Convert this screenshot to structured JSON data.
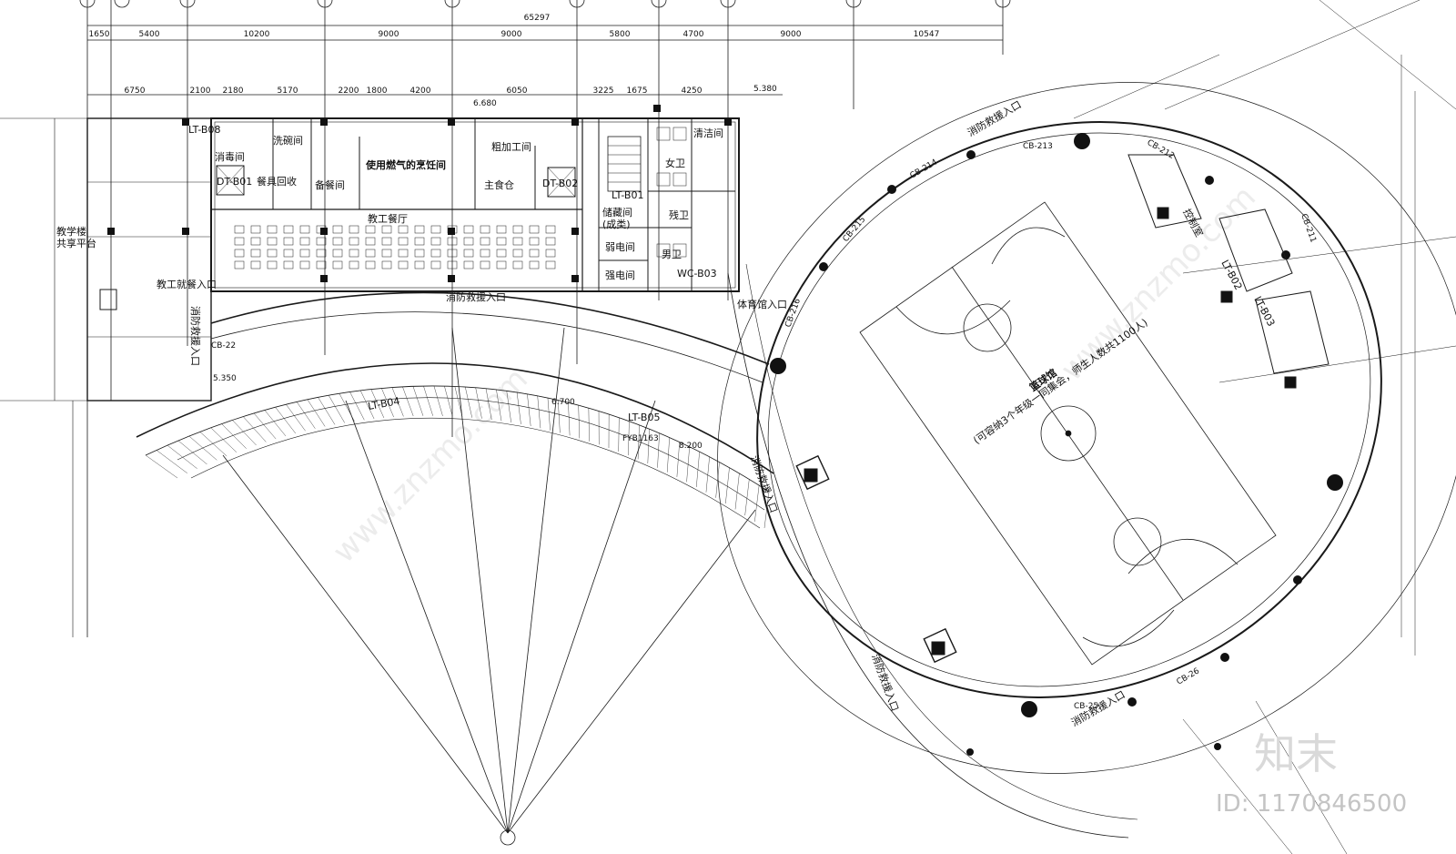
{
  "dimensions": {
    "overall": "65297",
    "spans": [
      "1650",
      "5400",
      "10200",
      "9000",
      "9000",
      "5800",
      "4700",
      "9000",
      "10547"
    ],
    "secondary": [
      "6750",
      "2100",
      "2180",
      "5170",
      "2200",
      "1800",
      "4200",
      "6050",
      "3225",
      "1675",
      "4250"
    ]
  },
  "rooms": {
    "dishwash": "洗碗间",
    "disinfect": "消毒间",
    "tableware": "餐具回收",
    "serving": "备餐间",
    "gas_stove": "使用燃气的烹饪间",
    "rough_process": "粗加工间",
    "staple_storage": "主食仓",
    "female_wc": "女卫",
    "male_wc": "男卫",
    "storage": "储藏间\n(成类)",
    "weak_current": "弱电间",
    "strong_current": "强电间",
    "cleaning": "清洁间",
    "accessible_wc": "残卫",
    "staff_canteen": "教工餐厅",
    "control_room": "控制室",
    "basketball_hall": "篮球馆",
    "basketball_note": "(可容纳3个年级一同集会，师生人数共1100人)"
  },
  "labels": {
    "dt_b01": "DT-B01",
    "dt_b02": "DT-B02",
    "lt_b01": "LT-B01",
    "lt_b02": "LT-B02",
    "lt_b03": "LT-B03",
    "lt_b04": "LT-B04",
    "lt_b05": "LT-B05",
    "lt_b08": "LT-B08",
    "wc_b03": "WC-B03",
    "staff_entrance": "教工就餐入口",
    "fire_rescue_1": "消防救援入口",
    "fire_rescue_2": "消防救援入口",
    "fire_rescue_3": "消防救援入口",
    "fire_rescue_4": "消防救援入口",
    "fire_rescue_5": "消防救援入口",
    "fire_rescue_6": "消防救援入口",
    "gym_entrance": "体育馆入口",
    "teaching_platform": "教学楼\n共享平台",
    "cb_213": "CB-213",
    "cb_214": "CB-214",
    "cb_215": "CB-215",
    "cb_216": "CB-216",
    "cb_22": "CB-22",
    "cb_25": "CB-25",
    "cb_26": "CB-26",
    "cb_211": "CB-211",
    "cb_212": "CB-212",
    "fyb": "FYB1163",
    "elev_1": "6.680",
    "elev_2": "5.380",
    "elev_3": "6.700",
    "elev_4": "5.350",
    "elev_5": "8.200"
  },
  "watermark": {
    "brand": "知末",
    "id": "ID: 1170846500",
    "diagonal": "www.znzmo.com"
  },
  "colors": {
    "line": "#1a1a1a",
    "background": "#ffffff",
    "watermark": "#d0d0d0"
  }
}
